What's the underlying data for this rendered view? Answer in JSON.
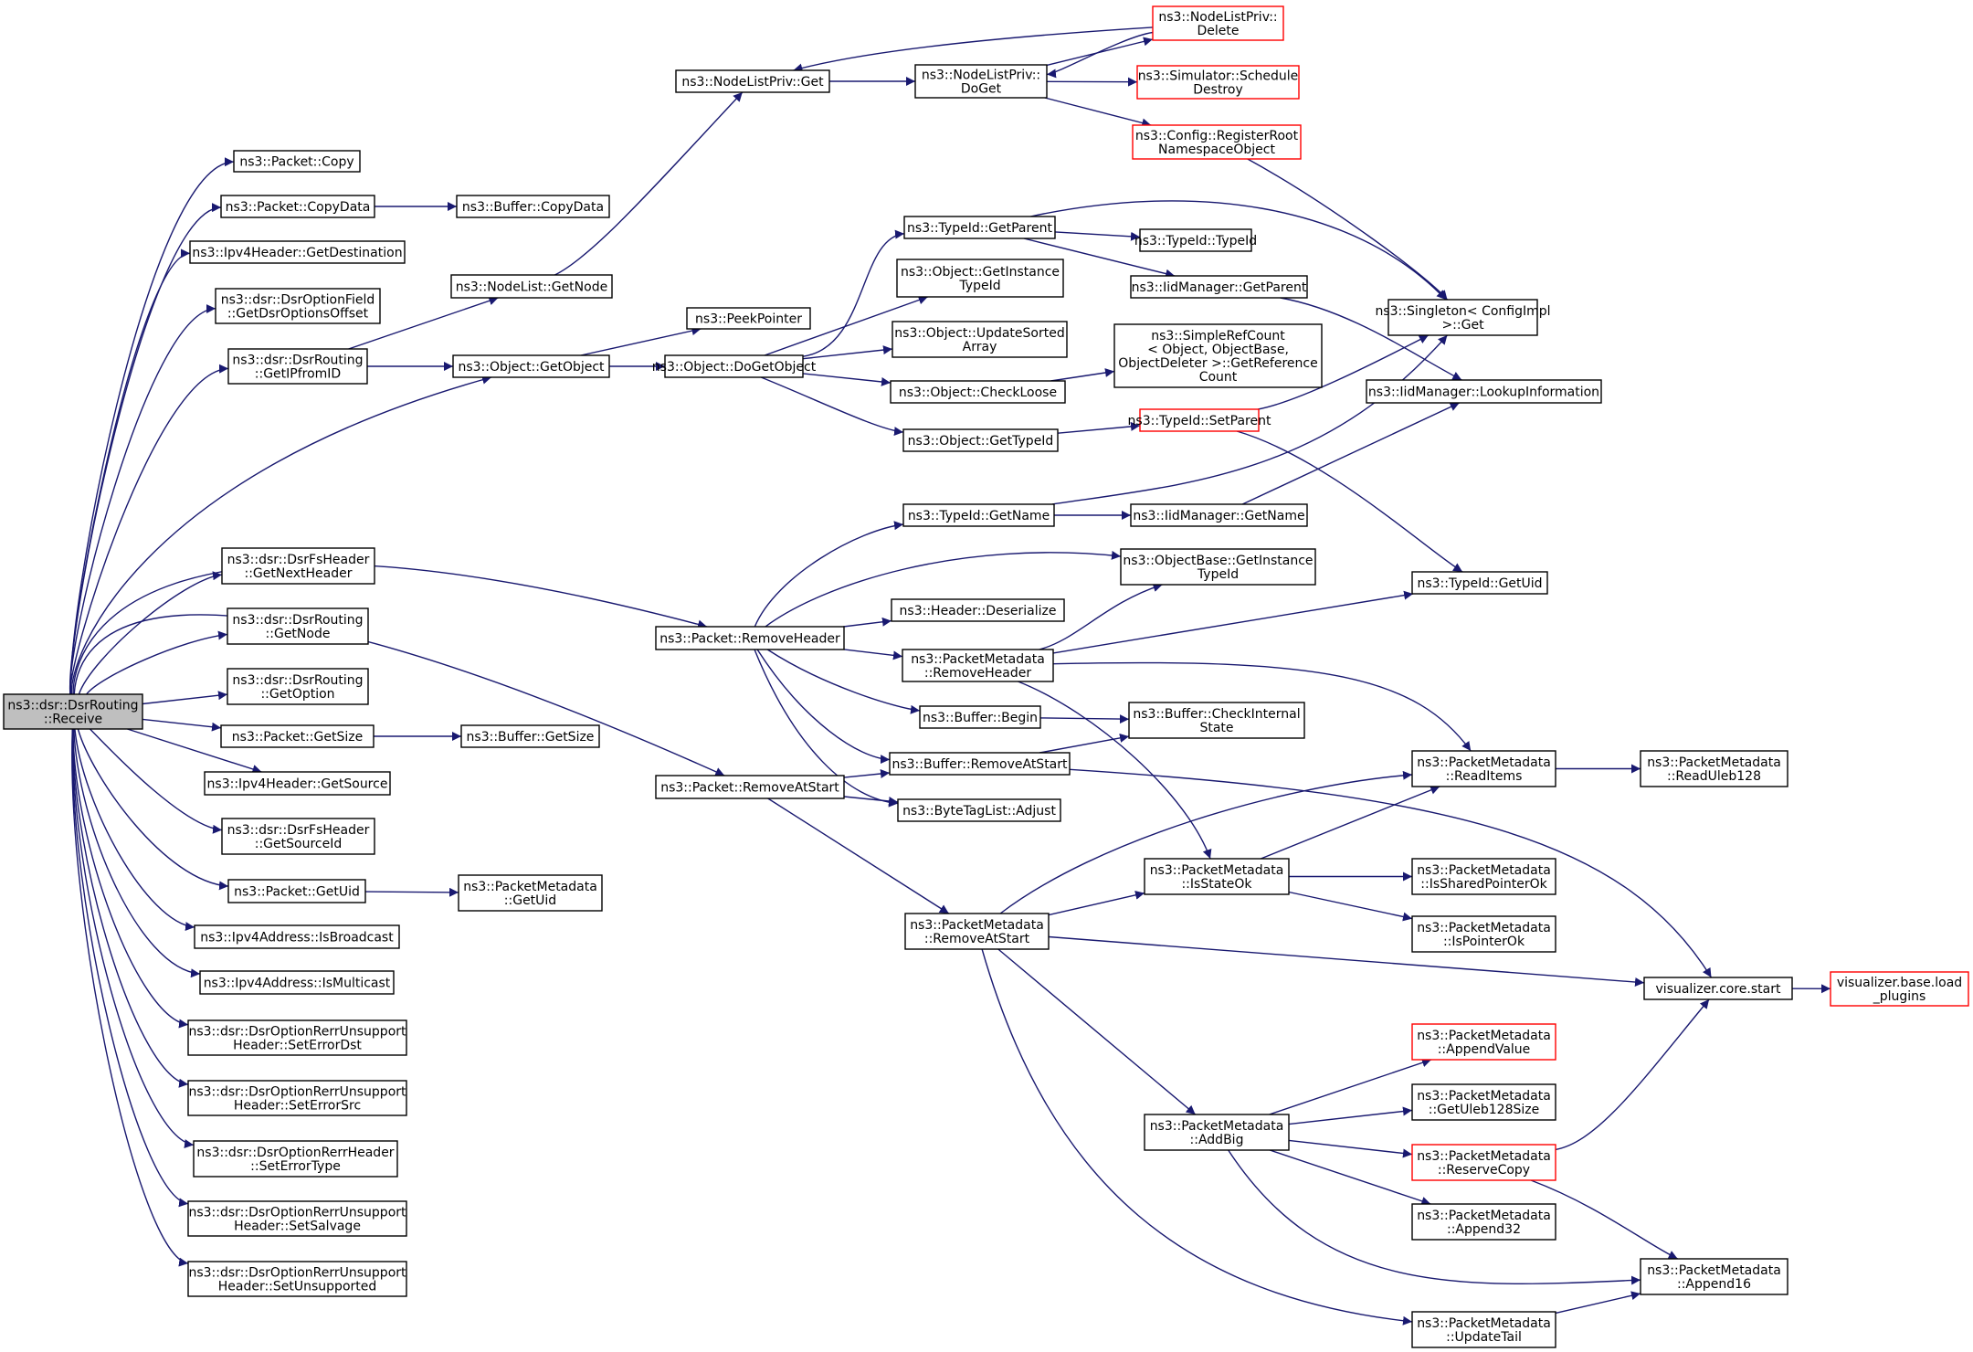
{
  "colors": {
    "edge": "#191970",
    "border": "#000000",
    "highlight_border": "#ff0000",
    "root_fill": "#bfbfbf",
    "fill": "#ffffff"
  },
  "nodes": {
    "root": {
      "lines": [
        "ns3::dsr::DsrRouting",
        "::Receive"
      ]
    },
    "copy": {
      "lines": [
        "ns3::Packet::Copy"
      ]
    },
    "copydata": {
      "lines": [
        "ns3::Packet::CopyData"
      ]
    },
    "bufcopydata": {
      "lines": [
        "ns3::Buffer::CopyData"
      ]
    },
    "getdest": {
      "lines": [
        "ns3::Ipv4Header::GetDestination"
      ]
    },
    "getdsropt": {
      "lines": [
        "ns3::dsr::DsrOptionField",
        "::GetDsrOptionsOffset"
      ]
    },
    "getipfromid": {
      "lines": [
        "ns3::dsr::DsrRouting",
        "::GetIPfromID"
      ]
    },
    "nodelistgetnode": {
      "lines": [
        "ns3::NodeList::GetNode"
      ]
    },
    "nlpget": {
      "lines": [
        "ns3::NodeListPriv::Get"
      ]
    },
    "nlpdoget": {
      "lines": [
        "ns3::NodeListPriv::",
        "DoGet"
      ]
    },
    "nlpdelete": {
      "lines": [
        "ns3::NodeListPriv::",
        "Delete"
      ]
    },
    "schedule": {
      "lines": [
        "ns3::Simulator::Schedule",
        "Destroy"
      ]
    },
    "registerroot": {
      "lines": [
        "ns3::Config::RegisterRoot",
        "NamespaceObject"
      ]
    },
    "getobject": {
      "lines": [
        "ns3::Object::GetObject"
      ]
    },
    "peekpointer": {
      "lines": [
        "ns3::PeekPointer"
      ]
    },
    "dogetobject": {
      "lines": [
        "ns3::Object::DoGetObject"
      ]
    },
    "typeidgetparent": {
      "lines": [
        "ns3::TypeId::GetParent"
      ]
    },
    "typeidtypeid": {
      "lines": [
        "ns3::TypeId::TypeId"
      ]
    },
    "getinstancetypeid": {
      "lines": [
        "ns3::Object::GetInstance",
        "TypeId"
      ]
    },
    "iidgetparent": {
      "lines": [
        "ns3::IidManager::GetParent"
      ]
    },
    "singleton": {
      "lines": [
        "ns3::Singleton< ConfigImpl",
        " >::Get"
      ]
    },
    "updatesorted": {
      "lines": [
        "ns3::Object::UpdateSorted",
        "Array"
      ]
    },
    "simplerefcount": {
      "lines": [
        "ns3::SimpleRefCount",
        "< Object, ObjectBase,",
        " ObjectDeleter >::GetReference",
        "Count"
      ]
    },
    "lookupinfo": {
      "lines": [
        "ns3::IidManager::LookupInformation"
      ]
    },
    "checkloose": {
      "lines": [
        "ns3::Object::CheckLoose"
      ]
    },
    "objgettypeid": {
      "lines": [
        "ns3::Object::GetTypeId"
      ]
    },
    "setparent": {
      "lines": [
        "ns3::TypeId::SetParent"
      ]
    },
    "typeidgetname": {
      "lines": [
        "ns3::TypeId::GetName"
      ]
    },
    "iidgetname": {
      "lines": [
        "ns3::IidManager::GetName"
      ]
    },
    "nextheader": {
      "lines": [
        "ns3::dsr::DsrFsHeader",
        "::GetNextHeader"
      ]
    },
    "objbasegetinst": {
      "lines": [
        "ns3::ObjectBase::GetInstance",
        "TypeId"
      ]
    },
    "getuidtid": {
      "lines": [
        "ns3::TypeId::GetUid"
      ]
    },
    "getnode": {
      "lines": [
        "ns3::dsr::DsrRouting",
        "::GetNode"
      ]
    },
    "removeheader": {
      "lines": [
        "ns3::Packet::RemoveHeader"
      ]
    },
    "deserialize": {
      "lines": [
        "ns3::Header::Deserialize"
      ]
    },
    "pmremoveheader": {
      "lines": [
        "ns3::PacketMetadata",
        "::RemoveHeader"
      ]
    },
    "getoption": {
      "lines": [
        "ns3::dsr::DsrRouting",
        "::GetOption"
      ]
    },
    "bufbegin": {
      "lines": [
        "ns3::Buffer::Begin"
      ]
    },
    "checkinternal": {
      "lines": [
        "ns3::Buffer::CheckInternal",
        "State"
      ]
    },
    "getsize": {
      "lines": [
        "ns3::Packet::GetSize"
      ]
    },
    "bufgetsize": {
      "lines": [
        "ns3::Buffer::GetSize"
      ]
    },
    "readitems": {
      "lines": [
        "ns3::PacketMetadata",
        "::ReadItems"
      ]
    },
    "readuleb": {
      "lines": [
        "ns3::PacketMetadata",
        "::ReadUleb128"
      ]
    },
    "bufremoveatstart": {
      "lines": [
        "ns3::Buffer::RemoveAtStart"
      ]
    },
    "getsource": {
      "lines": [
        "ns3::Ipv4Header::GetSource"
      ]
    },
    "removeatstart": {
      "lines": [
        "ns3::Packet::RemoveAtStart"
      ]
    },
    "bytetagadjust": {
      "lines": [
        "ns3::ByteTagList::Adjust"
      ]
    },
    "getsourceid": {
      "lines": [
        "ns3::dsr::DsrFsHeader",
        "::GetSourceId"
      ]
    },
    "isstateok": {
      "lines": [
        "ns3::PacketMetadata",
        "::IsStateOk"
      ]
    },
    "issharedptr": {
      "lines": [
        "ns3::PacketMetadata",
        "::IsSharedPointerOk"
      ]
    },
    "getuid": {
      "lines": [
        "ns3::Packet::GetUid"
      ]
    },
    "pmgetuid": {
      "lines": [
        "ns3::PacketMetadata",
        "::GetUid"
      ]
    },
    "pmremoveatstart": {
      "lines": [
        "ns3::PacketMetadata",
        "::RemoveAtStart"
      ]
    },
    "ispointerok": {
      "lines": [
        "ns3::PacketMetadata",
        "::IsPointerOk"
      ]
    },
    "isbroadcast": {
      "lines": [
        "ns3::Ipv4Address::IsBroadcast"
      ]
    },
    "ismulticast": {
      "lines": [
        "ns3::Ipv4Address::IsMulticast"
      ]
    },
    "vizstart": {
      "lines": [
        "visualizer.core.start"
      ]
    },
    "vizload": {
      "lines": [
        "visualizer.base.load",
        "_plugins"
      ]
    },
    "seterrordst": {
      "lines": [
        "ns3::dsr::DsrOptionRerrUnsupport",
        "Header::SetErrorDst"
      ]
    },
    "appendvalue": {
      "lines": [
        "ns3::PacketMetadata",
        "::AppendValue"
      ]
    },
    "seterrorsrc": {
      "lines": [
        "ns3::dsr::DsrOptionRerrUnsupport",
        "Header::SetErrorSrc"
      ]
    },
    "getuleb": {
      "lines": [
        "ns3::PacketMetadata",
        "::GetUleb128Size"
      ]
    },
    "addbig": {
      "lines": [
        "ns3::PacketMetadata",
        "::AddBig"
      ]
    },
    "reservecopy": {
      "lines": [
        "ns3::PacketMetadata",
        "::ReserveCopy"
      ]
    },
    "seterrortype": {
      "lines": [
        "ns3::dsr::DsrOptionRerrHeader",
        "::SetErrorType"
      ]
    },
    "setsalvage": {
      "lines": [
        "ns3::dsr::DsrOptionRerrUnsupport",
        "Header::SetSalvage"
      ]
    },
    "append32": {
      "lines": [
        "ns3::PacketMetadata",
        "::Append32"
      ]
    },
    "setunsupported": {
      "lines": [
        "ns3::dsr::DsrOptionRerrUnsupport",
        "Header::SetUnsupported"
      ]
    },
    "append16": {
      "lines": [
        "ns3::PacketMetadata",
        "::Append16"
      ]
    },
    "updatetail": {
      "lines": [
        "ns3::PacketMetadata",
        "::UpdateTail"
      ]
    }
  }
}
